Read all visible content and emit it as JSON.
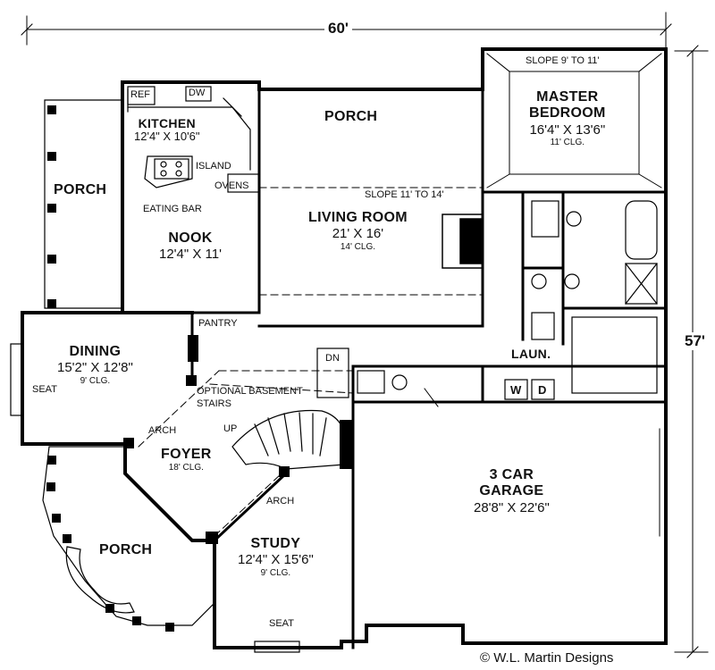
{
  "dimensions": {
    "width": "60'",
    "depth": "57'"
  },
  "rooms": {
    "kitchen": {
      "name": "KITCHEN",
      "size": "12'4\" X 10'6\""
    },
    "nook": {
      "name": "NOOK",
      "size": "12'4\" X 11'"
    },
    "living": {
      "name": "LIVING ROOM",
      "size": "21' X 16'",
      "ceiling": "14' CLG."
    },
    "master": {
      "name_line1": "MASTER",
      "name_line2": "BEDROOM",
      "size": "16'4\" X 13'6\"",
      "ceiling": "11' CLG."
    },
    "dining": {
      "name": "DINING",
      "size": "15'2\" X 12'8\"",
      "ceiling": "9' CLG."
    },
    "foyer": {
      "name": "FOYER",
      "ceiling": "18' CLG."
    },
    "study": {
      "name": "STUDY",
      "size": "12'4\" X 15'6\"",
      "ceiling": "9' CLG."
    },
    "garage": {
      "name_line1": "3 CAR",
      "name_line2": "GARAGE",
      "size": "28'8\" X 22'6\""
    }
  },
  "labels": {
    "porch_left": "PORCH",
    "porch_top": "PORCH",
    "porch_bottom": "PORCH",
    "ref": "REF",
    "dw": "DW",
    "island": "ISLAND",
    "ovens": "OVENS",
    "eating_bar": "EATING BAR",
    "slope_living": "SLOPE 11' TO 14'",
    "slope_master": "SLOPE 9' TO 11'",
    "pantry": "PANTRY",
    "seat_dining": "SEAT",
    "seat_study": "SEAT",
    "optional_stairs_1": "OPTIONAL BASEMENT",
    "optional_stairs_2": "STAIRS",
    "dn": "DN",
    "up": "UP",
    "arch_1": "ARCH",
    "arch_2": "ARCH",
    "laundry": "LAUN.",
    "washer": "W",
    "dryer": "D"
  },
  "copyright": "© W.L. Martin Designs"
}
